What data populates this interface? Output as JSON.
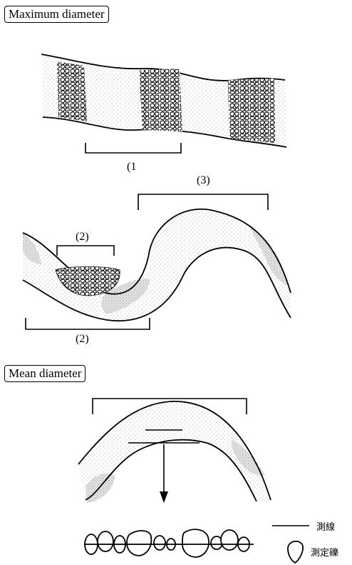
{
  "sections": {
    "max_title": "Maximum diameter",
    "mean_title": "Mean diameter"
  },
  "labels": {
    "label_1": "(1",
    "label_3": "(3)",
    "label_2_top": "(2)",
    "label_2_bottom": "(2)"
  },
  "legend": {
    "line_label": "測線",
    "clast_label": "測定礫"
  },
  "colors": {
    "ink": "#000000",
    "stipple": "#9a9a9a"
  }
}
